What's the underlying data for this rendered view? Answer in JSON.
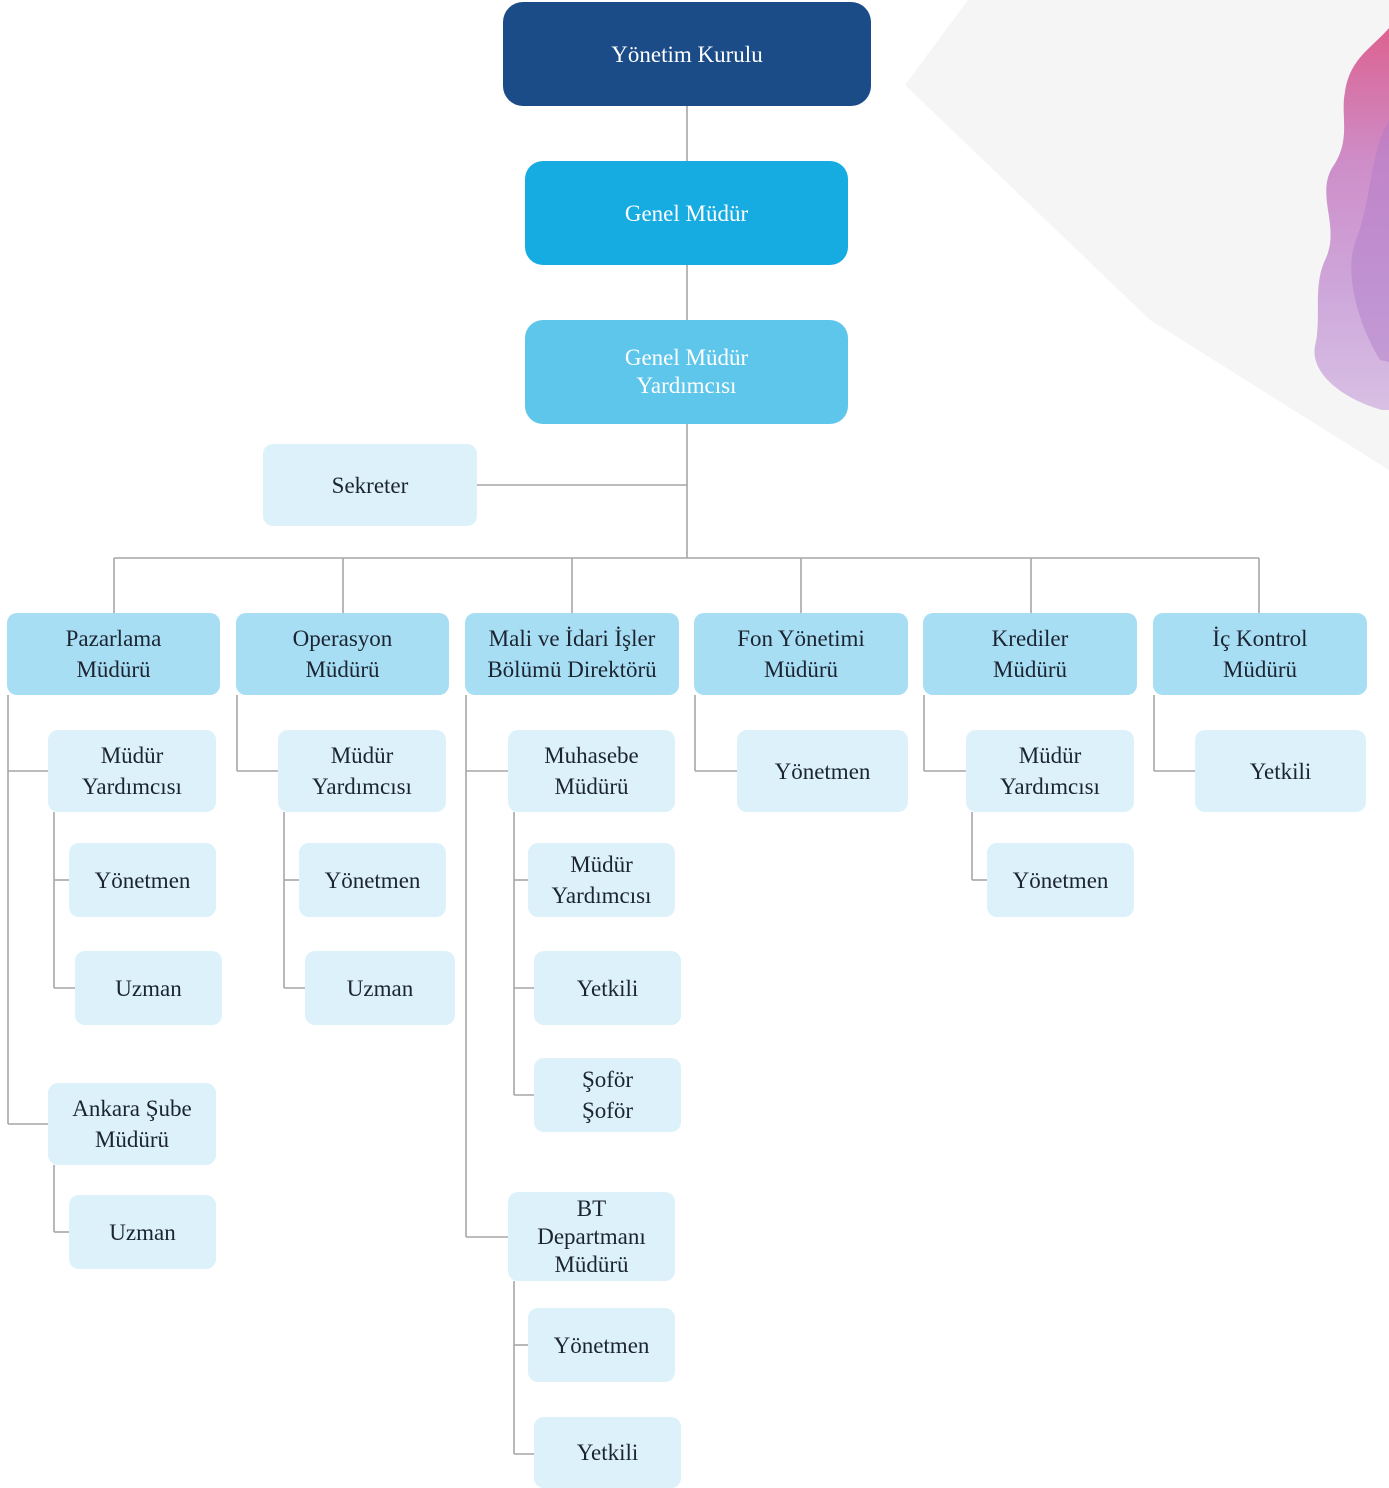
{
  "colors": {
    "board": "#1b4c88",
    "gm": "#16ace2",
    "gmy": "#5ec6eb",
    "department": "#a7def4",
    "staff": "#dcf1fa",
    "connector": "#a6a6a6"
  },
  "top": {
    "board": [
      "Yönetim Kurulu"
    ],
    "gm": [
      "Genel Müdür"
    ],
    "gmy": [
      "Genel Müdür",
      "Yardımcısı"
    ],
    "secretary": [
      "Sekreter"
    ]
  },
  "departments": [
    {
      "title": [
        "Pazarlama",
        "Müdürü"
      ],
      "children": [
        {
          "title": [
            "Müdür",
            "Yardımcısı"
          ]
        },
        {
          "title": [
            "Yönetmen"
          ]
        },
        {
          "title": [
            "Uzman"
          ]
        },
        {
          "title": [
            "Ankara Şube",
            "Müdürü"
          ]
        },
        {
          "title": [
            "Uzman"
          ]
        }
      ]
    },
    {
      "title": [
        "Operasyon",
        "Müdürü"
      ],
      "children": [
        {
          "title": [
            "Müdür",
            "Yardımcısı"
          ]
        },
        {
          "title": [
            "Yönetmen"
          ]
        },
        {
          "title": [
            "Uzman"
          ]
        }
      ]
    },
    {
      "title": [
        "Mali ve İdari İşler",
        "Bölümü Direktörü"
      ],
      "children": [
        {
          "title": [
            "Muhasebe",
            "Müdürü"
          ]
        },
        {
          "title": [
            "Müdür",
            "Yardımcısı"
          ]
        },
        {
          "title": [
            "Yetkili"
          ]
        },
        {
          "title": [
            "Şoför",
            "Şoför"
          ]
        },
        {
          "title": [
            "BT",
            "Departmanı",
            "Müdürü"
          ]
        },
        {
          "title": [
            "Yönetmen"
          ]
        },
        {
          "title": [
            "Yetkili"
          ]
        }
      ]
    },
    {
      "title": [
        "Fon Yönetimi",
        "Müdürü"
      ],
      "children": [
        {
          "title": [
            "Yönetmen"
          ]
        }
      ]
    },
    {
      "title": [
        "Krediler",
        "Müdürü"
      ],
      "children": [
        {
          "title": [
            "Müdür",
            "Yardımcısı"
          ]
        },
        {
          "title": [
            "Yönetmen"
          ]
        }
      ]
    },
    {
      "title": [
        "İç Kontrol",
        "Müdürü"
      ],
      "children": [
        {
          "title": [
            "Yetkili"
          ]
        }
      ]
    }
  ]
}
